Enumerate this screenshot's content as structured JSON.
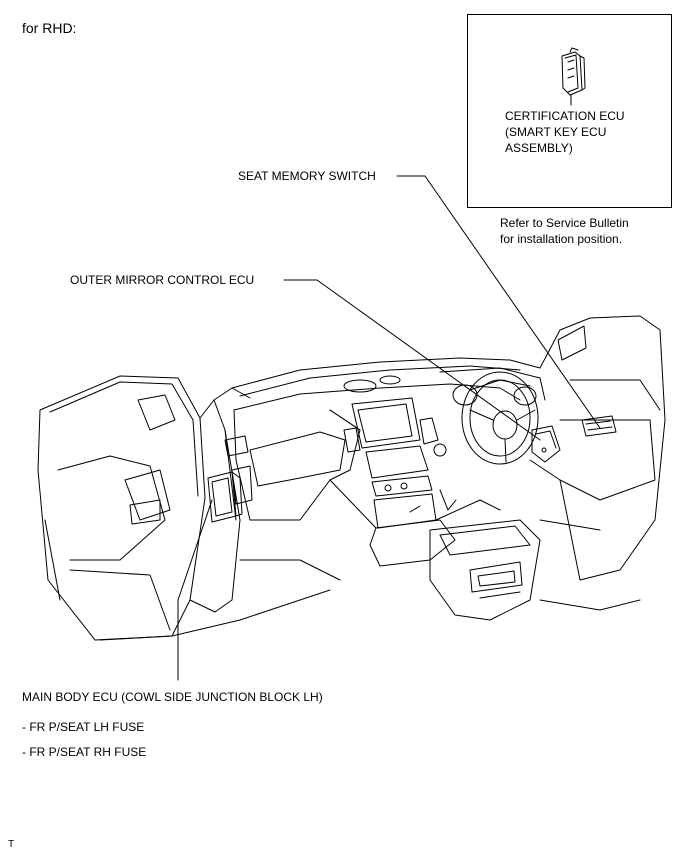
{
  "title": "for RHD:",
  "inset": {
    "ecu_label_lines": [
      "CERTIFICATION ECU",
      "(SMART KEY ECU",
      "ASSEMBLY)"
    ],
    "note_lines": [
      "Refer to Service Bulletin",
      "for installation position."
    ]
  },
  "callouts": {
    "seat_memory_switch": "SEAT MEMORY SWITCH",
    "outer_mirror_control_ecu": "OUTER MIRROR CONTROL ECU",
    "main_body_ecu": "MAIN BODY ECU (COWL SIDE JUNCTION BLOCK LH)",
    "fuses": [
      "- FR P/SEAT LH FUSE",
      "- FR P/SEAT RH FUSE"
    ]
  },
  "footer_mark": "T"
}
